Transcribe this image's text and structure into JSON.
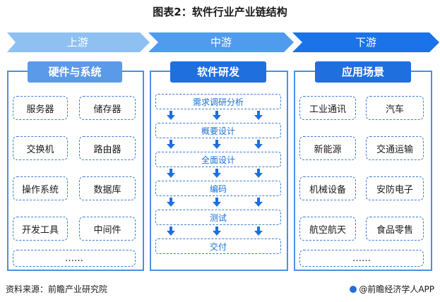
{
  "title": "图表2：软件行业产业链结构",
  "stages": [
    {
      "label": "上游",
      "color": "#8ec0f2"
    },
    {
      "label": "中游",
      "color": "#4f9bee"
    },
    {
      "label": "下游",
      "color": "#1a73e8"
    }
  ],
  "upstream": {
    "heading": "硬件与系统",
    "items": [
      "服务器",
      "储存器",
      "交换机",
      "路由器",
      "操作系统",
      "数据库",
      "开发工具",
      "中间件"
    ],
    "more": "……"
  },
  "midstream": {
    "heading": "软件研发",
    "steps": [
      "需求调研分析",
      "概要设计",
      "全面设计",
      "编码",
      "测试",
      "交付"
    ]
  },
  "downstream": {
    "heading": "应用场景",
    "items": [
      "工业通讯",
      "汽车",
      "新能源",
      "交通运输",
      "机械设备",
      "安防电子",
      "航空航天",
      "食品零售"
    ],
    "more": "……"
  },
  "footer": {
    "source": "资料来源：前瞻产业研究院",
    "brand": "@前瞻经济学人APP"
  }
}
